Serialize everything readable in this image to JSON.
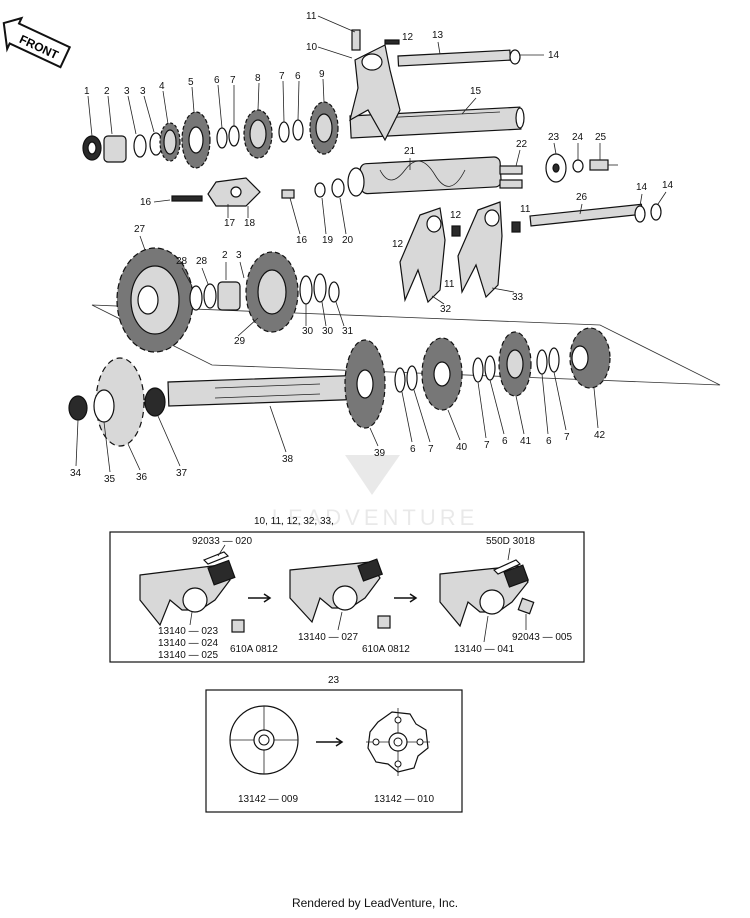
{
  "badge": {
    "text": "FRONT"
  },
  "watermark": {
    "text": "LEADVENTURE"
  },
  "callouts": [
    "1",
    "2",
    "3",
    "3",
    "4",
    "5",
    "6",
    "7",
    "8",
    "7",
    "6",
    "9",
    "10",
    "11",
    "12",
    "13",
    "14",
    "15",
    "16",
    "16",
    "17",
    "18",
    "19",
    "20",
    "21",
    "22",
    "23",
    "24",
    "25",
    "26",
    "14",
    "14",
    "12",
    "11",
    "12",
    "11",
    "32",
    "33",
    "27",
    "28",
    "28",
    "2",
    "3",
    "29",
    "30",
    "30",
    "31",
    "34",
    "35",
    "36",
    "37",
    "38",
    "39",
    "6",
    "7",
    "40",
    "7",
    "6",
    "41",
    "6",
    "7",
    "42"
  ],
  "panel1": {
    "header": "10,  11,  12,  32,  33,",
    "parts": {
      "pin_left": "92033 — 020",
      "pin_right": "550D 3018",
      "fork_a_1": "13140 — 023",
      "fork_a_2": "13140 — 024",
      "fork_a_3": "13140 — 025",
      "roller_a": "610A 0812",
      "fork_b": "13140 — 027",
      "roller_b": "610A 0812",
      "fork_c": "13140 — 041",
      "roller_c": "92043 — 005"
    }
  },
  "panel2": {
    "header": "23",
    "parts": {
      "plate_old": "13142 — 009",
      "plate_new": "13142 — 010"
    }
  },
  "footer": {
    "text": "Rendered by LeadVenture, Inc."
  }
}
